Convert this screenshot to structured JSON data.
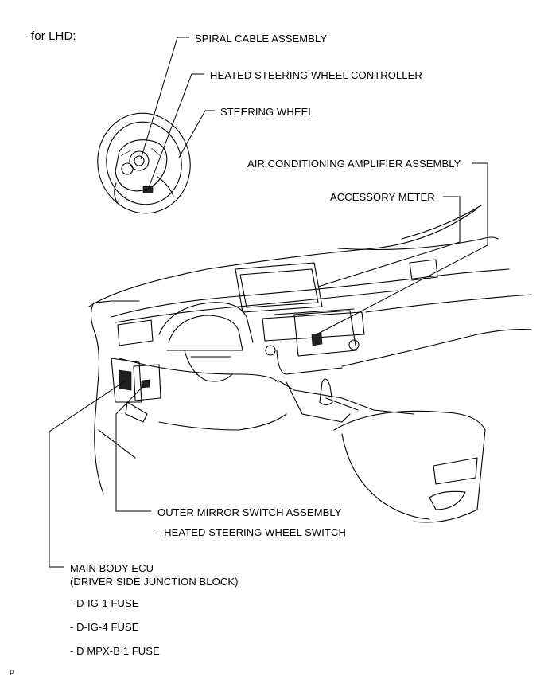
{
  "title": "for LHD:",
  "labels": {
    "spiral_cable": "SPIRAL CABLE ASSEMBLY",
    "heated_controller": "HEATED STEERING WHEEL CONTROLLER",
    "steering_wheel": "STEERING WHEEL",
    "air_conditioning": "AIR CONDITIONING AMPLIFIER ASSEMBLY",
    "accessory_meter": "ACCESSORY METER",
    "outer_mirror": "OUTER MIRROR SWITCH ASSEMBLY",
    "heated_switch": "- HEATED STEERING WHEEL SWITCH",
    "main_body_ecu": "MAIN BODY ECU",
    "junction_block": "(DRIVER SIDE JUNCTION BLOCK)",
    "fuses": [
      "- D-IG-1 FUSE",
      "- D-IG-4 FUSE",
      "- D MPX-B 1 FUSE"
    ]
  },
  "footer_code": "P"
}
